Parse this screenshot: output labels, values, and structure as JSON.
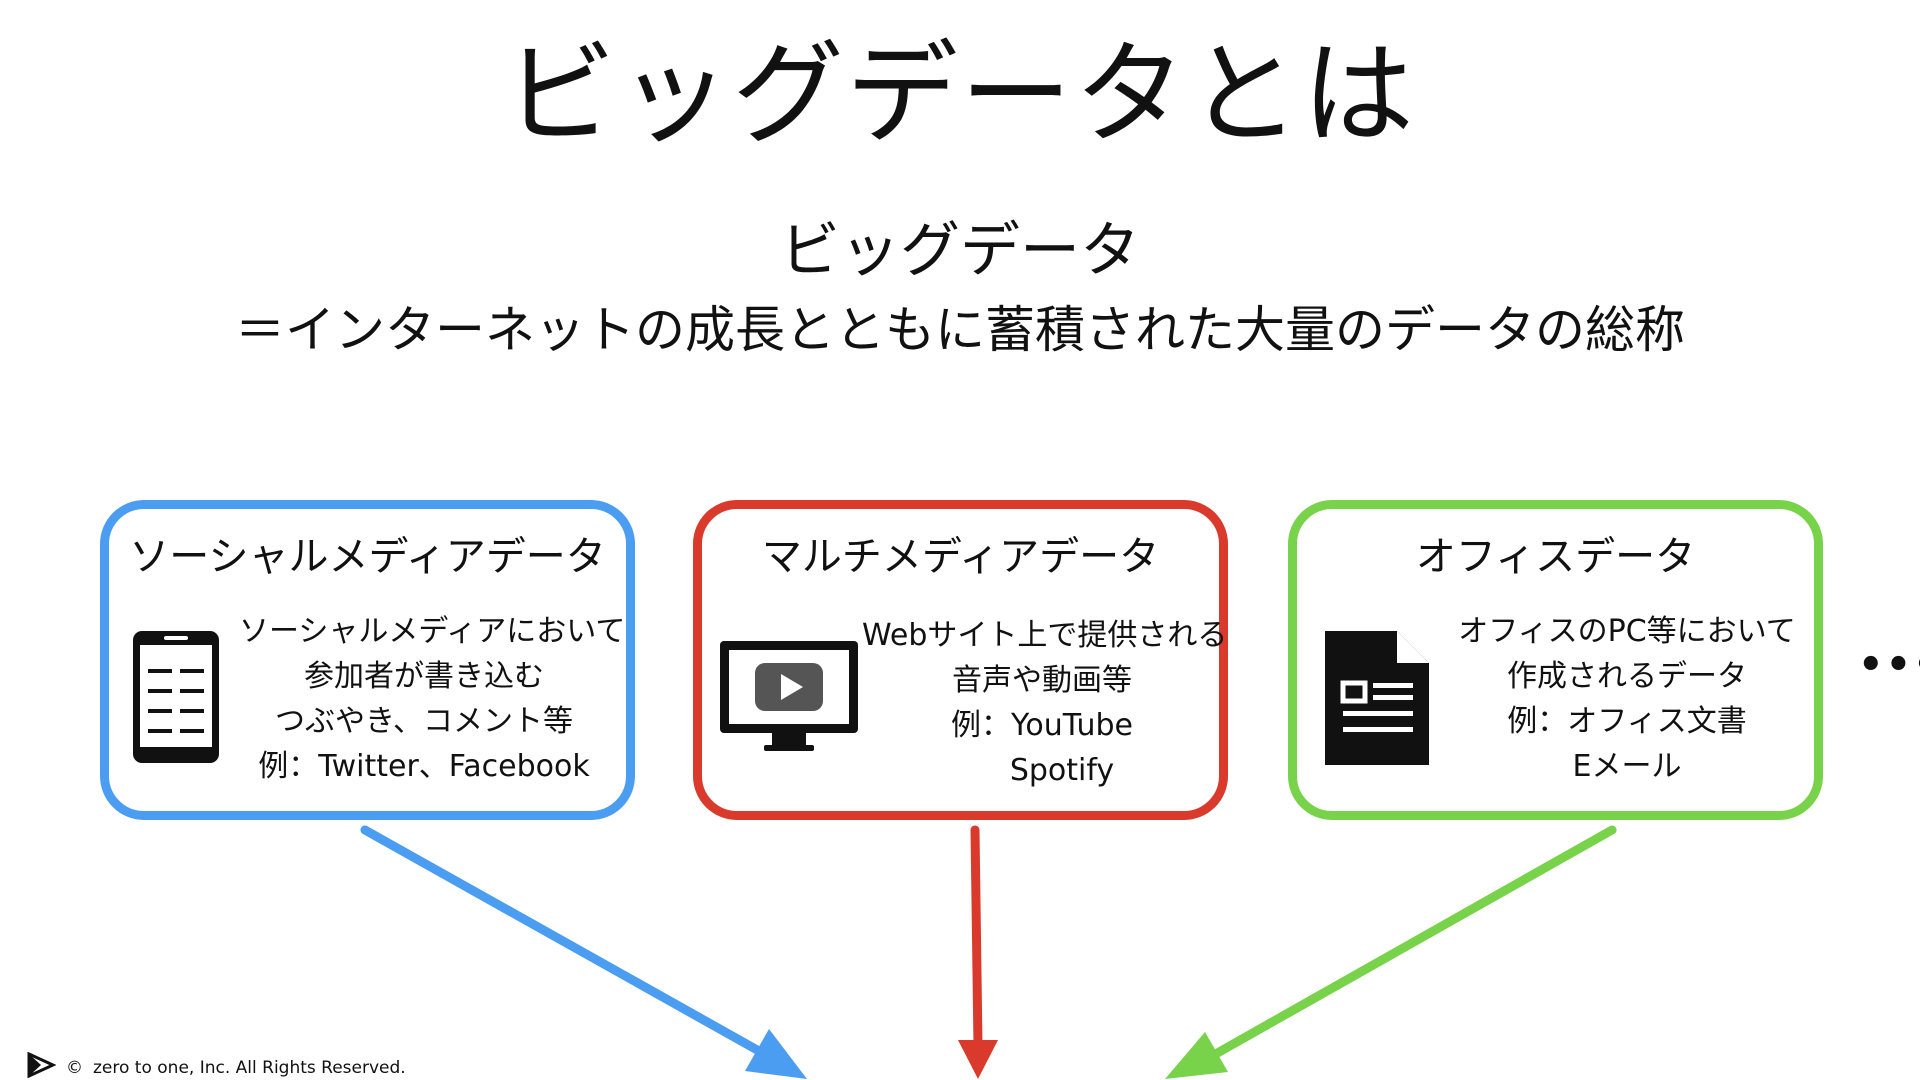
{
  "title": "ビッグデータとは",
  "subtitle": {
    "term": "ビッグデータ",
    "definition": "＝インターネットの成長とともに蓄積された大量のデータの総称"
  },
  "boxes": [
    {
      "heading": "ソーシャルメディアデータ",
      "icon": "tablet-icon",
      "color": "#4a9df0",
      "lines": [
        "ソーシャルメディアにおいて",
        "参加者が書き込む",
        "つぶやき、コメント等",
        "例：Twitter、Facebook"
      ]
    },
    {
      "heading": "マルチメディアデータ",
      "icon": "monitor-play-icon",
      "color": "#d93a2b",
      "lines": [
        "Webサイト上で提供される",
        "音声や動画等",
        "例：YouTube",
        "Spotify"
      ]
    },
    {
      "heading": "オフィスデータ",
      "icon": "document-icon",
      "color": "#78d34a",
      "lines": [
        "オフィスのPC等において",
        "作成されるデータ",
        "例：オフィス文書",
        "Eメール"
      ]
    }
  ],
  "ellipsis": "•••",
  "footer": {
    "logo_icon": "play-triangle-logo-icon",
    "copyright_symbol": "©",
    "text": "zero to one, Inc. All Rights Reserved."
  }
}
